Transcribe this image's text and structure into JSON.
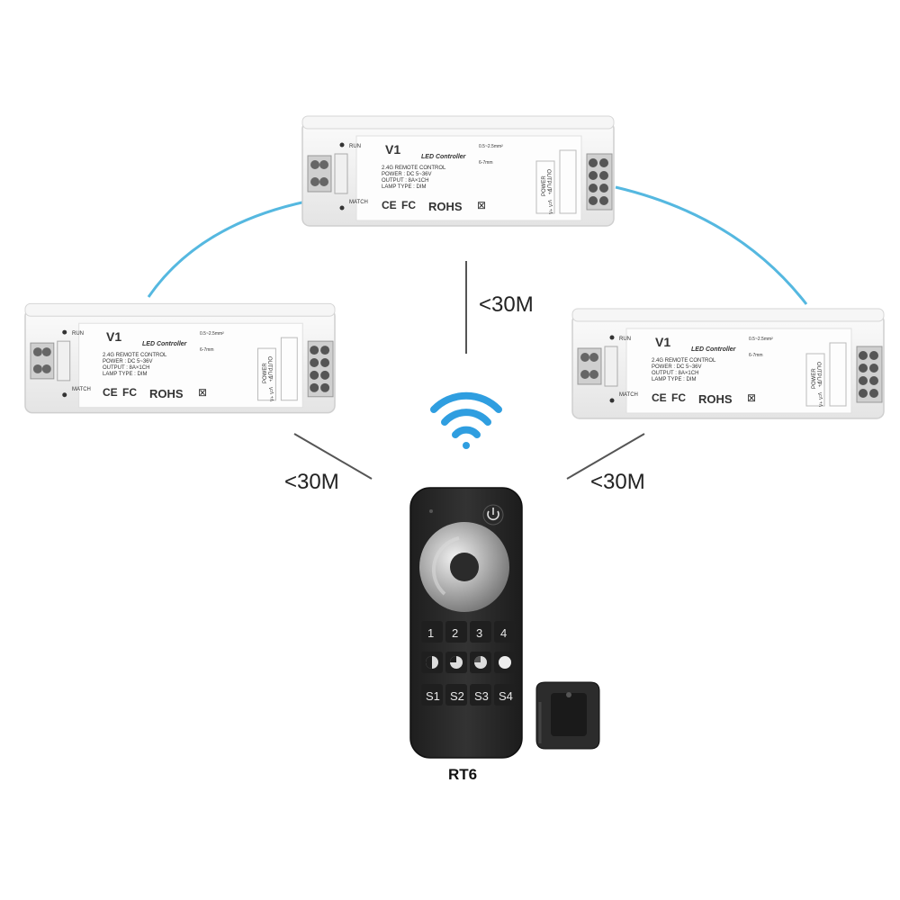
{
  "controller": {
    "model": "V1",
    "title": "LED Controller",
    "run_label": "RUN",
    "match_label": "MATCH",
    "spec_lines": [
      "2.4G REMOTE CONTROL",
      "POWER : DC 5~36V",
      "OUTPUT : 8A×1CH",
      "LAMP TYPE : DIM"
    ],
    "wire_label": "0.5~2.5mm²",
    "strip_label": "6-7mm",
    "output_label": "OUTPUT",
    "power_label": "POWER",
    "output_pins": [
      "V+",
      "V-"
    ],
    "power_pins": [
      "V+",
      "V-"
    ],
    "certifications": [
      "CE",
      "FC",
      "ROHS",
      "⊠"
    ]
  },
  "distances": {
    "top": "<30M",
    "left": "<30M",
    "right": "<30M"
  },
  "remote": {
    "name": "RT6",
    "number_buttons": [
      "1",
      "2",
      "3",
      "4"
    ],
    "scene_buttons": [
      "S1",
      "S2",
      "S3",
      "S4"
    ]
  },
  "colors": {
    "wire": "#55b8e0",
    "wifi": "#2f9ee0",
    "remote_body": "#2b2b2b"
  }
}
